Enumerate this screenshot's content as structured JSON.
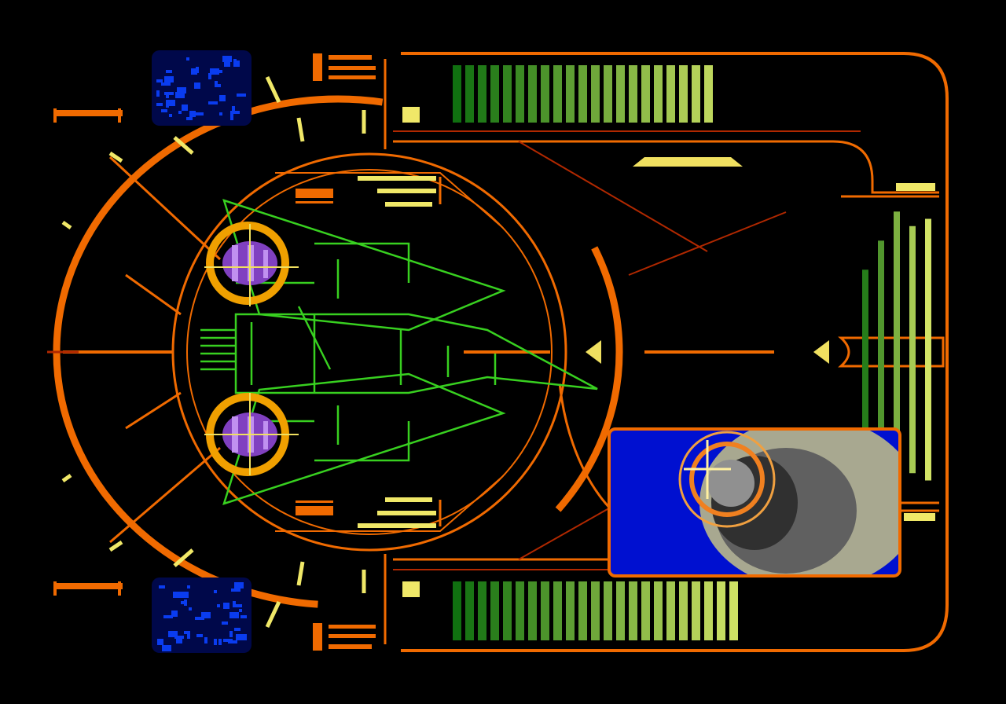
{
  "screen": "ship-schematic-hud",
  "colors": {
    "background": "#000000",
    "frame": "#f06a00",
    "frame_dark": "#b02800",
    "accent_yellow": "#f0e868",
    "wireframe": "#38d020",
    "panel_blue": "#0a3cf0",
    "viewport_blue": "#0010d0"
  },
  "gauges": {
    "top_energy_fraction": 0.82,
    "bottom_energy_fraction": 0.9,
    "right_bars_fraction": [
      0.55,
      0.75,
      0.95,
      0.85,
      0.9
    ]
  },
  "icons": [
    "arrow-left-marker-icon",
    "arrow-left-marker-icon-2",
    "thruster-glow-icon"
  ]
}
